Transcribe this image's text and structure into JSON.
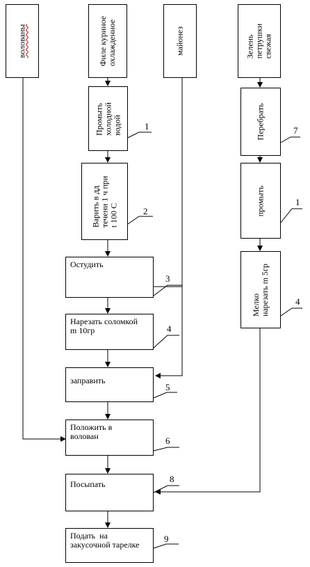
{
  "inputs": {
    "vol_au_vent": "волованы",
    "chicken_fillet": "Филе куриное\nохлажденное",
    "mayonnaise": "майонез",
    "parsley": "Зелень\nпетрушки\nсвежая"
  },
  "steps": {
    "rinse_cold_water": "Промыть\nхолодной\nводой",
    "boil": "Варить в дд\nтечени 1 ч при\nt 100 С",
    "cool": "Остудить",
    "cut_julienne": "Нарезать соломкой\nm 10гр",
    "dress": "заправить",
    "place_in_vol_au_vent": "Положить в\nволован",
    "sprinkle": "Посыпать",
    "serve": "Подать  на\nзакусочной тарелке",
    "sort": "Перебрать",
    "rinse": "промыть",
    "chop_fine": "Мелко\nнарезать m 5гр"
  },
  "step_numbers": {
    "rinse_cold_water": "1",
    "boil": "2",
    "cool": "3",
    "cut_julienne": "4",
    "dress": "5",
    "place_in_vol_au_vent": "6",
    "sprinkle": "8",
    "serve": "9",
    "sort": "7",
    "rinse": "1",
    "chop_fine": "4"
  }
}
